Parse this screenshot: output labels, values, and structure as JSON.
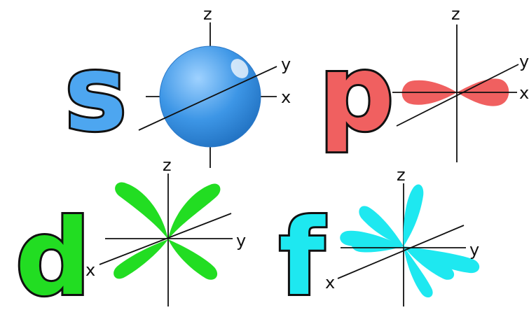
{
  "orbitals": [
    {
      "letter": "s",
      "color": "#4da6f0",
      "shape": "sphere",
      "axes": {
        "z": "z",
        "y": "y",
        "x": "x"
      }
    },
    {
      "letter": "p",
      "color": "#f06060",
      "shape": "dumbbell",
      "axes": {
        "z": "z",
        "y": "y",
        "x": "x"
      }
    },
    {
      "letter": "d",
      "color": "#22dd22",
      "shape": "cloverleaf",
      "axes": {
        "z": "z",
        "y": "y",
        "x": "x"
      }
    },
    {
      "letter": "f",
      "color": "#1ee8f0",
      "shape": "multi-lobe",
      "axes": {
        "z": "z",
        "y": "y",
        "x": "x"
      }
    }
  ]
}
